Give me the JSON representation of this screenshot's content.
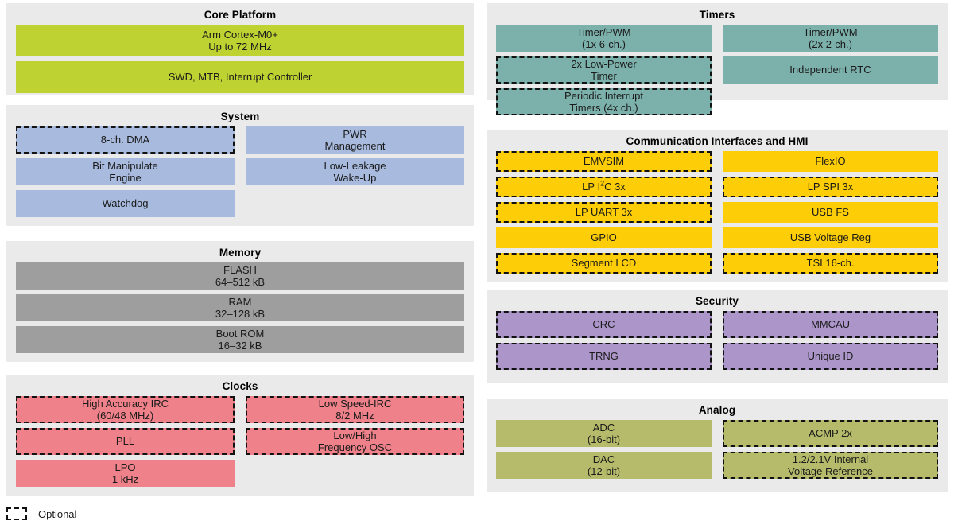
{
  "legend": {
    "optional_label": "Optional",
    "swatch_name": "dashed-border-swatch"
  },
  "colors": {
    "core_platform": "#bed332",
    "system": "#a8bbdf",
    "memory": "#9e9e9e",
    "clocks": "#ee8189",
    "timers": "#7cb0ab",
    "communication": "#fdcd07",
    "security": "#ab95c9",
    "analog": "#b5bb6b",
    "panel_background": "#eaeaea",
    "page_background": "#ffffff",
    "optional_border": "#111111"
  },
  "panels": {
    "core_platform": {
      "title": "Core Platform",
      "blocks": [
        {
          "line1": "Arm Cortex-M0+",
          "line2": "Up to 72 MHz",
          "optional": false
        },
        {
          "line1": "SWD, MTB, Interrupt Controller",
          "line2": "",
          "optional": false
        }
      ]
    },
    "system": {
      "title": "System",
      "left": [
        {
          "line1": "8-ch. DMA",
          "line2": "",
          "optional": true
        },
        {
          "line1": "Bit Manipulate",
          "line2": "Engine",
          "optional": false
        },
        {
          "line1": "Watchdog",
          "line2": "",
          "optional": false
        }
      ],
      "right": [
        {
          "line1": "PWR",
          "line2": "Management",
          "optional": false
        },
        {
          "line1": "Low-Leakage",
          "line2": "Wake-Up",
          "optional": false
        }
      ]
    },
    "memory": {
      "title": "Memory",
      "blocks": [
        {
          "line1": "FLASH",
          "line2": "64–512 kB",
          "optional": false
        },
        {
          "line1": "RAM",
          "line2": "32–128 kB",
          "optional": false
        },
        {
          "line1": "Boot ROM",
          "line2": "16–32 kB",
          "optional": false
        }
      ]
    },
    "clocks": {
      "title": "Clocks",
      "left": [
        {
          "line1": "High Accuracy IRC",
          "line2": "(60/48 MHz)",
          "optional": true
        },
        {
          "line1": "PLL",
          "line2": "",
          "optional": true
        },
        {
          "line1": "LPO",
          "line2": "1 kHz",
          "optional": false
        }
      ],
      "right": [
        {
          "line1": "Low Speed-IRC",
          "line2": "8/2 MHz",
          "optional": false
        },
        {
          "line1": "Low/High",
          "line2": "Frequency OSC",
          "optional": true
        }
      ]
    },
    "timers": {
      "title": "Timers",
      "left": [
        {
          "line1": "Timer/PWM",
          "line2": "(1x 6-ch.)",
          "optional": false
        },
        {
          "line1": "2x Low-Power",
          "line2": "Timer",
          "optional": true
        },
        {
          "line1": "Periodic Interrupt",
          "line2": "Timers (4x ch.)",
          "optional": true
        }
      ],
      "right": [
        {
          "line1": "Timer/PWM",
          "line2": "(2x 2-ch.)",
          "optional": false
        },
        {
          "line1": "Independent RTC",
          "line2": "",
          "optional": false
        }
      ]
    },
    "communication": {
      "title": "Communication Interfaces and HMI",
      "left": [
        {
          "line1": "EMVSIM",
          "line2": "",
          "optional": true
        },
        {
          "line1": "LP I²C 3x",
          "line2": "",
          "optional": true,
          "html": "LP I<sup>2</sup>C 3x"
        },
        {
          "line1": "LP UART 3x",
          "line2": "",
          "optional": true
        },
        {
          "line1": "GPIO",
          "line2": "",
          "optional": false
        },
        {
          "line1": "Segment LCD",
          "line2": "",
          "optional": true
        }
      ],
      "right": [
        {
          "line1": "FlexIO",
          "line2": "",
          "optional": false
        },
        {
          "line1": "LP SPI 3x",
          "line2": "",
          "optional": true
        },
        {
          "line1": "USB FS",
          "line2": "",
          "optional": false
        },
        {
          "line1": "USB Voltage Reg",
          "line2": "",
          "optional": false
        },
        {
          "line1": "TSI 16-ch.",
          "line2": "",
          "optional": true
        }
      ]
    },
    "security": {
      "title": "Security",
      "left": [
        {
          "line1": "CRC",
          "line2": "",
          "optional": true
        },
        {
          "line1": "TRNG",
          "line2": "",
          "optional": true
        }
      ],
      "right": [
        {
          "line1": "MMCAU",
          "line2": "",
          "optional": true
        },
        {
          "line1": "Unique ID",
          "line2": "",
          "optional": true
        }
      ]
    },
    "analog": {
      "title": "Analog",
      "left": [
        {
          "line1": "ADC",
          "line2": "(16-bit)",
          "optional": false
        },
        {
          "line1": "DAC",
          "line2": "(12-bit)",
          "optional": false
        }
      ],
      "right": [
        {
          "line1": "ACMP 2x",
          "line2": "",
          "optional": true
        },
        {
          "line1": "1.2/2.1V Internal",
          "line2": "Voltage Reference",
          "optional": true
        }
      ]
    }
  }
}
